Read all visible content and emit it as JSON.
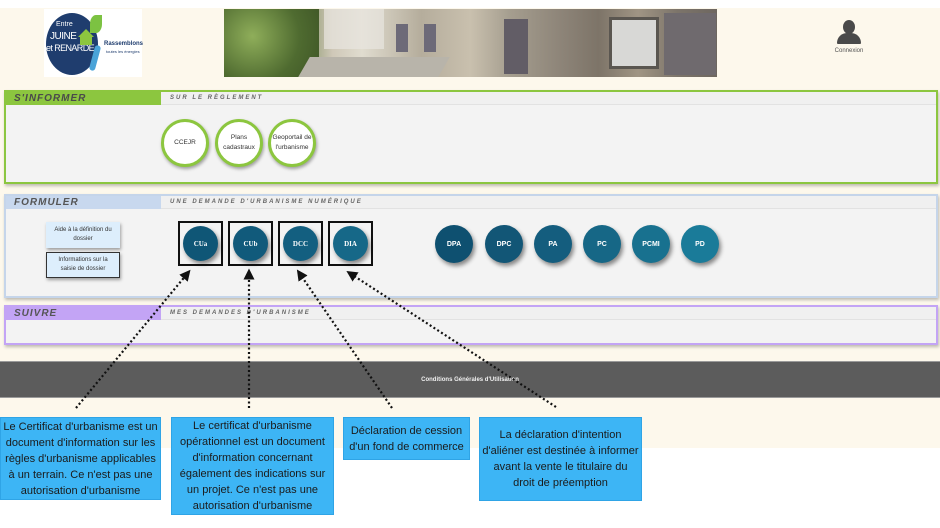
{
  "header": {
    "logo": {
      "line1": "Entre",
      "line2": "JUINE",
      "line3": "et RENARDE",
      "tagline_bold": "Rassemblons",
      "tagline": "toutes les énergies"
    },
    "user_menu": {
      "icon": "user-icon",
      "label": "Connexion"
    }
  },
  "sections": {
    "informer": {
      "title": "S'INFORMER",
      "subtitle": "SUR LE RÈGLEMENT",
      "color": "#8cc63f",
      "items": [
        {
          "label": "CCEJR"
        },
        {
          "label": "Plans cadastraux"
        },
        {
          "label": "Geoportail de l'urbanisme"
        }
      ]
    },
    "formuler": {
      "title": "FORMULER",
      "subtitle": "UNE DEMANDE D'URBANISME NUMÉRIQUE",
      "color": "#c8d8ee",
      "help_buttons": [
        {
          "label": "Aide à la définition du dossier"
        },
        {
          "label": "Informations sur la saisie de dossier"
        }
      ],
      "highlighted_requests": [
        {
          "label": "CUa",
          "color": "#0f5676"
        },
        {
          "label": "CUb",
          "color": "#115a7b"
        },
        {
          "label": "DCC",
          "color": "#135f80"
        },
        {
          "label": "DIA",
          "color": "#166888"
        }
      ],
      "requests": [
        {
          "label": "DPA",
          "color": "#0e5070"
        },
        {
          "label": "DPC",
          "color": "#125676"
        },
        {
          "label": "PA",
          "color": "#145d7e"
        },
        {
          "label": "PC",
          "color": "#166786"
        },
        {
          "label": "PCMI",
          "color": "#18718f"
        },
        {
          "label": "PD",
          "color": "#1a7b99"
        }
      ]
    },
    "suivre": {
      "title": "SUIVRE",
      "subtitle": "MES DEMANDES D'URBANISME",
      "color": "#c3a4f5"
    }
  },
  "footer": {
    "link": "Conditions Générales d'Utilisation"
  },
  "callouts": [
    {
      "target": "CUa",
      "text": "Le Certificat d'urbanisme est un document d'information sur les règles d'urbanisme applicables à un terrain. Ce n'est pas une autorisation d'urbanisme"
    },
    {
      "target": "CUb",
      "text": "Le certificat d'urbanisme opérationnel est un document d'information concernant également des indications sur un projet. Ce n'est pas une autorisation d'urbanisme"
    },
    {
      "target": "DCC",
      "text": "Déclaration de cession d'un fond de commerce"
    },
    {
      "target": "DIA",
      "text": "La déclaration d'intention d'aliéner est destinée à informer avant la vente le titulaire du droit de préemption"
    }
  ],
  "colors": {
    "callout_bg": "#3db5f5",
    "footer_bg": "#5c5c5c",
    "page_bg": "#fdf8ec"
  }
}
